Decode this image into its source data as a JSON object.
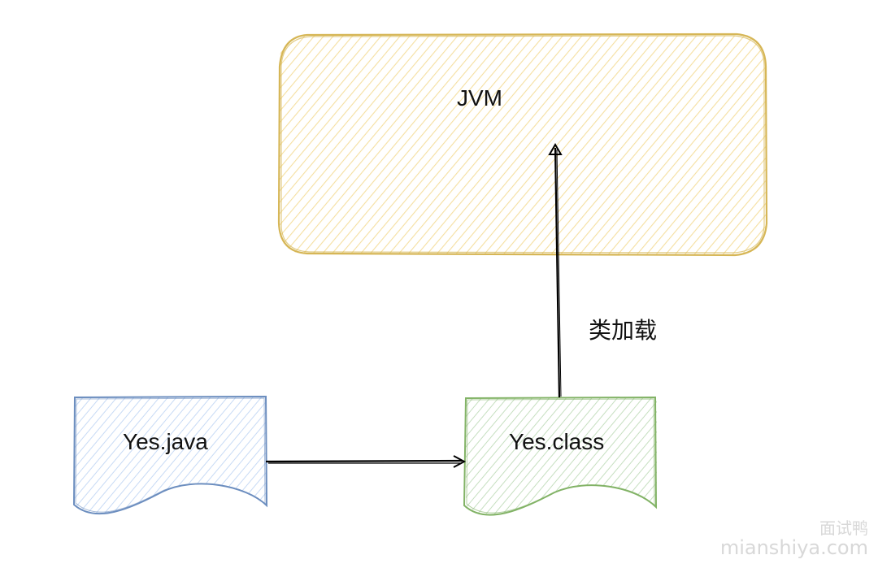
{
  "diagram": {
    "nodes": [
      {
        "id": "jvm",
        "label": "JVM",
        "shape": "rounded-rectangle",
        "stroke": "#d6b656",
        "fill": "#fff2cc"
      },
      {
        "id": "yes-java",
        "label": "Yes.java",
        "shape": "document",
        "stroke": "#6c8ebf",
        "fill": "#dae8fc"
      },
      {
        "id": "yes-class",
        "label": "Yes.class",
        "shape": "document",
        "stroke": "#82b366",
        "fill": "#d5e8d4"
      }
    ],
    "edges": [
      {
        "from": "yes-java",
        "to": "yes-class",
        "label": ""
      },
      {
        "from": "yes-class",
        "to": "jvm",
        "label": "类加载"
      }
    ],
    "style": "sketch-hachure",
    "edge_color": "#000000"
  },
  "watermark": {
    "line1": "面试鸭",
    "line2": "mianshiya.com"
  }
}
